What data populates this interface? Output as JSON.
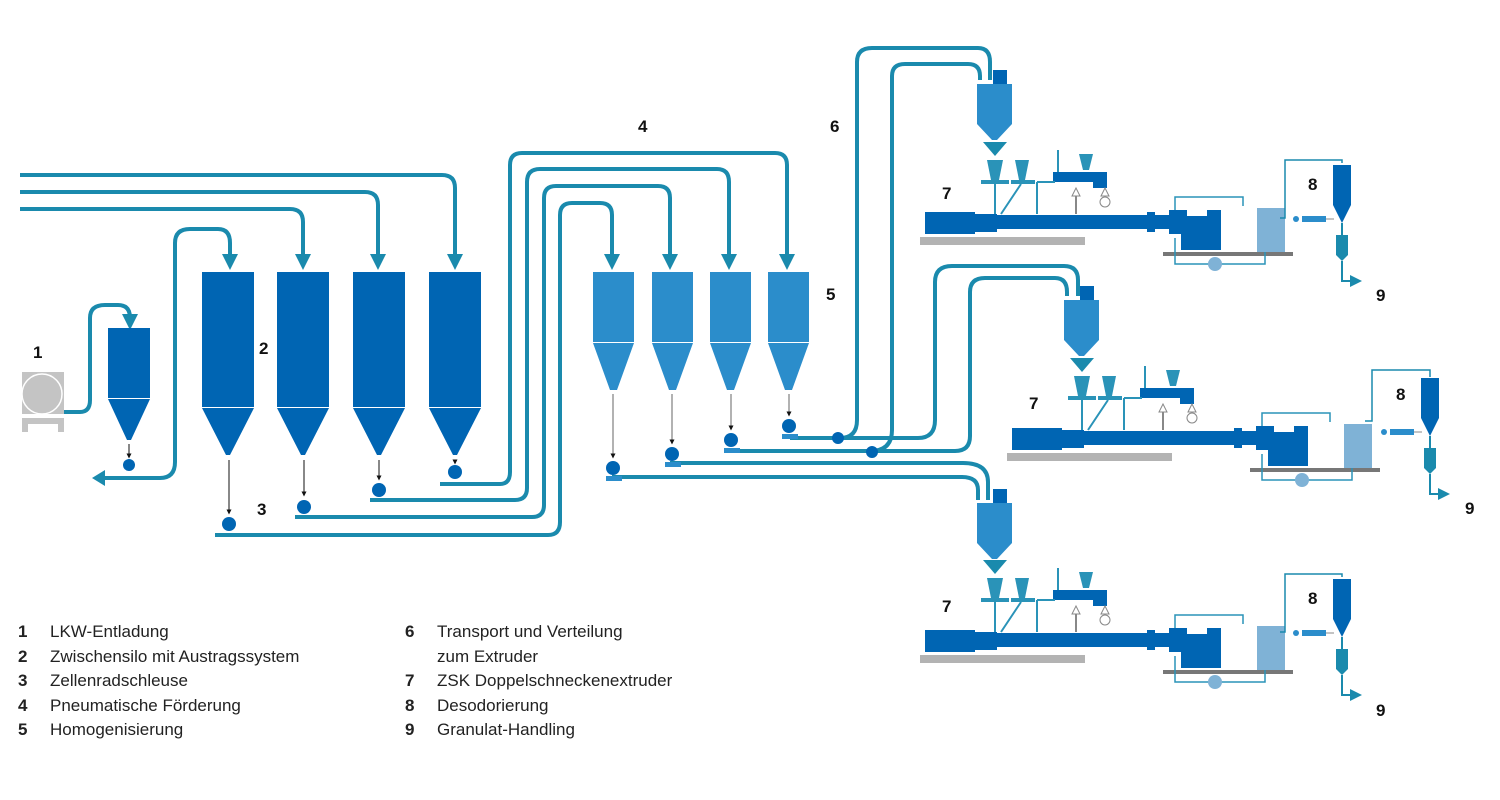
{
  "colors": {
    "pipe": "#1a8aad",
    "silo_dark": "#0065b3",
    "silo_light": "#2b8dcb",
    "grey": "#b3b3b3",
    "dosing": "#2a93b8",
    "degasser": "#7fb2d6"
  },
  "labels": {
    "n1": "1",
    "n2": "2",
    "n3": "3",
    "n4": "4",
    "n5": "5",
    "n6": "6",
    "n7a": "7",
    "n7b": "7",
    "n7c": "7",
    "n8a": "8",
    "n8b": "8",
    "n8c": "8",
    "n9a": "9",
    "n9b": "9",
    "n9c": "9"
  },
  "icons": {
    "truck": "truck-tank-icon",
    "rotary_valve": "rotary-valve-icon",
    "motor": "motor-icon",
    "silo": "silo-icon"
  },
  "legend": {
    "left": [
      {
        "num": "1",
        "text": "LKW-Entladung"
      },
      {
        "num": "2",
        "text": "Zwischensilo mit Austragssystem"
      },
      {
        "num": "3",
        "text": "Zellenradschleuse"
      },
      {
        "num": "4",
        "text": "Pneumatische Förderung"
      },
      {
        "num": "5",
        "text": "Homogenisierung"
      }
    ],
    "right": [
      {
        "num": "6",
        "text": "Transport und Verteilung",
        "text2": "zum Extruder"
      },
      {
        "num": "7",
        "text": "ZSK Doppelschneckenextruder"
      },
      {
        "num": "8",
        "text": "Desodorierung"
      },
      {
        "num": "9",
        "text": "Granulat-Handling"
      }
    ]
  }
}
